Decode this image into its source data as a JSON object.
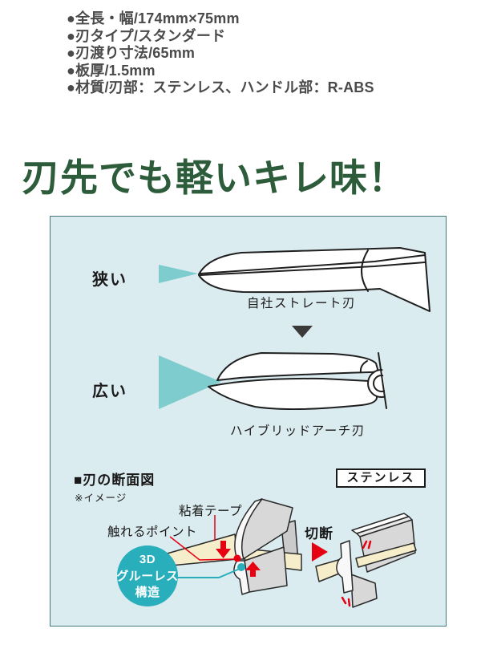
{
  "specs": {
    "items": [
      "●全長・幅/174mm×75mm",
      "●刃タイプ/スタンダード",
      "●刃渡り寸法/65mm",
      "●板厚/1.5mm",
      "●材質/刃部：ステンレス、ハンドル部：R-ABS"
    ]
  },
  "headline": {
    "text": "刃先でも軽いキレ味！"
  },
  "diagram": {
    "narrow_label": "狭い",
    "straight_blade_caption": "自社ストレート刃",
    "wide_label": "広い",
    "arch_blade_caption": "ハイブリッドアーチ刃",
    "cross_section": {
      "title": "■刃の断面図",
      "note": "※イメージ",
      "material_tag": "ステンレス",
      "tape_label": "粘着テープ",
      "touch_point_label": "触れるポイント",
      "cut_label": "切断",
      "badge": {
        "line1": "3D",
        "line2": "グルーレス",
        "line3": "構造"
      }
    }
  },
  "colors": {
    "heading_green": "#2d5c3b",
    "box_background": "#dbecf0",
    "box_border": "#46787c",
    "angle_teal": "#7ecccd",
    "badge_teal": "#29aebc",
    "accent_red": "#e60012",
    "tape_cream": "#f6eecb",
    "spec_text_gray": "#4a4a4a"
  }
}
